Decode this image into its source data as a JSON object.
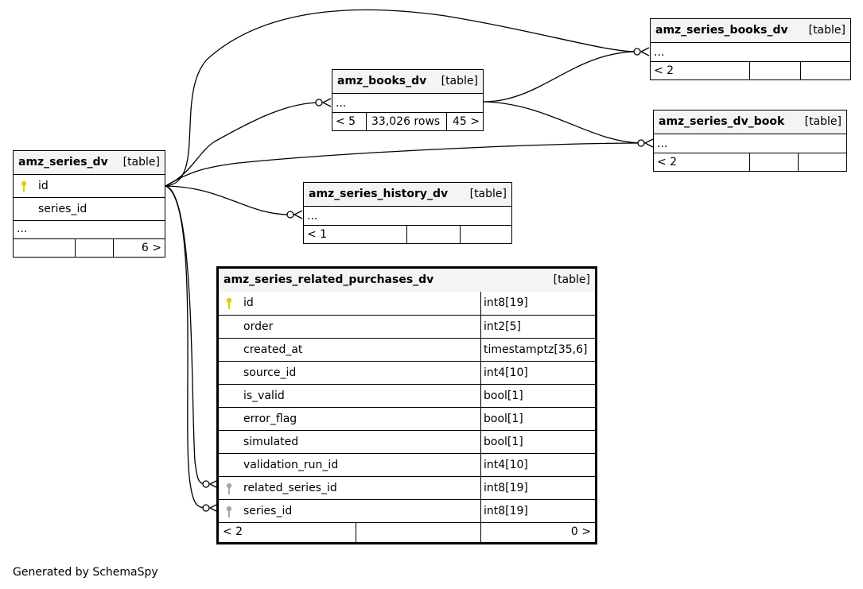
{
  "tables": {
    "amz_series_dv": {
      "name": "amz_series_dv",
      "type": "[table]",
      "columns": [
        {
          "name": "id",
          "key": "primary"
        },
        {
          "name": "series_id",
          "key": ""
        }
      ],
      "ellipsis": "...",
      "footer": {
        "parents": "",
        "rows": "",
        "children": "6 >"
      }
    },
    "amz_books_dv": {
      "name": "amz_books_dv",
      "type": "[table]",
      "ellipsis": "...",
      "footer": {
        "parents": "< 5",
        "rows": "33,026 rows",
        "children": "45 >"
      }
    },
    "amz_series_books_dv": {
      "name": "amz_series_books_dv",
      "type": "[table]",
      "ellipsis": "...",
      "footer": {
        "parents": "< 2",
        "rows": "",
        "children": ""
      }
    },
    "amz_series_dv_book": {
      "name": "amz_series_dv_book",
      "type": "[table]",
      "ellipsis": "...",
      "footer": {
        "parents": "< 2",
        "rows": "",
        "children": ""
      }
    },
    "amz_series_history_dv": {
      "name": "amz_series_history_dv",
      "type": "[table]",
      "ellipsis": "...",
      "footer": {
        "parents": "< 1",
        "rows": "",
        "children": ""
      }
    },
    "amz_series_related_purchases_dv": {
      "name": "amz_series_related_purchases_dv",
      "type": "[table]",
      "columns": [
        {
          "name": "id",
          "type": "int8[19]",
          "key": "primary"
        },
        {
          "name": "order",
          "type": "int2[5]",
          "key": ""
        },
        {
          "name": "created_at",
          "type": "timestamptz[35,6]",
          "key": ""
        },
        {
          "name": "source_id",
          "type": "int4[10]",
          "key": ""
        },
        {
          "name": "is_valid",
          "type": "bool[1]",
          "key": ""
        },
        {
          "name": "error_flag",
          "type": "bool[1]",
          "key": ""
        },
        {
          "name": "simulated",
          "type": "bool[1]",
          "key": ""
        },
        {
          "name": "validation_run_id",
          "type": "int4[10]",
          "key": ""
        },
        {
          "name": "related_series_id",
          "type": "int8[19]",
          "key": "foreign"
        },
        {
          "name": "series_id",
          "type": "int8[19]",
          "key": "foreign"
        }
      ],
      "footer": {
        "parents": "< 2",
        "rows": "",
        "children": "0 >"
      }
    }
  },
  "colors": {
    "primary_key": "#e0d000",
    "foreign_key": "#a8a8a8",
    "header_bg": "#f4f4f4"
  },
  "generated_by": "Generated by SchemaSpy"
}
